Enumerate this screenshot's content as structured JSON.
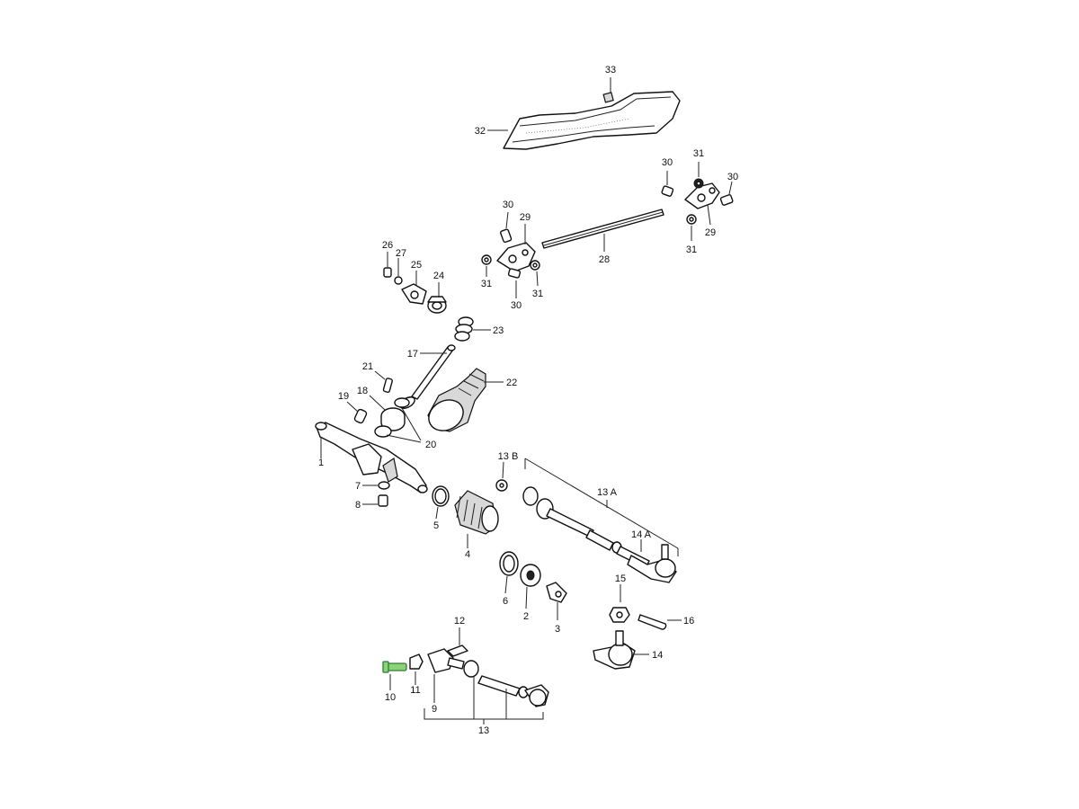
{
  "diagram": {
    "highlight_color": "#8fd17a",
    "line_color": "#222222",
    "labels": {
      "p1": "1",
      "p2": "2",
      "p3": "3",
      "p4": "4",
      "p5": "5",
      "p6": "6",
      "p7": "7",
      "p8": "8",
      "p9": "9",
      "p10": "10",
      "p11": "11",
      "p12": "12",
      "p13": "13",
      "p13a": "13 A",
      "p13b": "13 B",
      "p14": "14",
      "p14a": "14 A",
      "p15": "15",
      "p16": "16",
      "p17": "17",
      "p18": "18",
      "p19": "19",
      "p20": "20",
      "p21": "21",
      "p22": "22",
      "p23": "23",
      "p24": "24",
      "p25": "25",
      "p26": "26",
      "p27": "27",
      "p28": "28",
      "p29a": "29",
      "p29b": "29",
      "p30a": "30",
      "p30b": "30",
      "p30c": "30",
      "p30d": "30",
      "p31a": "31",
      "p31b": "31",
      "p31c": "31",
      "p31d": "31",
      "p32": "32",
      "p33": "33"
    }
  }
}
